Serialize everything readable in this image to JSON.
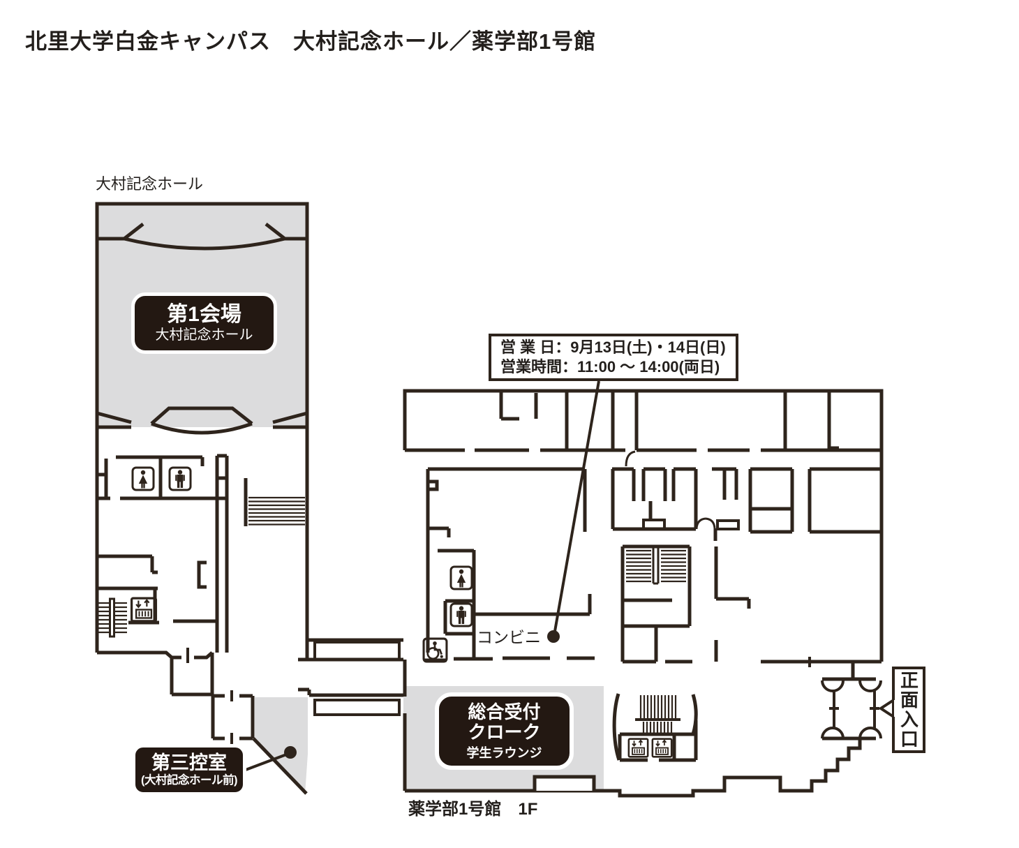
{
  "title": "北里大学白金キャンパス　大村記念ホール／薬学部1号館",
  "colors": {
    "wall": "#2e241c",
    "gray": "#dcdcdd",
    "badge": "#231812",
    "paper": "#ffffff",
    "text": "#231f1c"
  },
  "hall": {
    "label": "大村記念ホール",
    "venue_badge": {
      "title": "第1会場",
      "subtitle": "大村記念ホール"
    }
  },
  "shop_info": {
    "line1": "営 業 日：9月13日(土)・14日(日)",
    "line2": "営業時間：11:00 ～ 14:00(両日)"
  },
  "shop_label": "コンビニ",
  "reception_badge": {
    "line1": "総合受付",
    "line2": "クローク",
    "line3": "学生ラウンジ"
  },
  "waiting_badge": {
    "title": "第三控室",
    "subtitle": "(大村記念ホール前)"
  },
  "entrance_label": "正面入口",
  "building_label": "薬学部1号館　1F",
  "icons": {
    "female": "female-restroom-icon",
    "male": "male-restroom-icon",
    "wheelchair": "wheelchair-icon",
    "elevator": "elevator-icon",
    "stairs": "stairs-hatching"
  }
}
